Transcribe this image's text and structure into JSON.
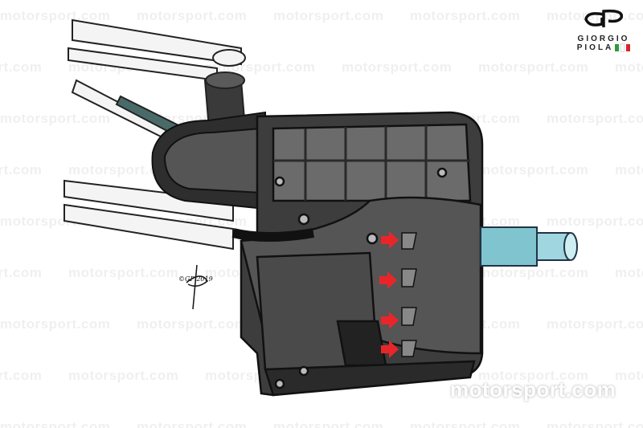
{
  "watermark": {
    "text": "motorsport.com"
  },
  "logo": {
    "line1": "GIORGIO",
    "line2": "PIOLA",
    "flag_colors": [
      "#2e9b3e",
      "#ffffff",
      "#d8262c"
    ]
  },
  "signature": {
    "text": "©GP 2019"
  },
  "colors": {
    "arrow": "#e8262a",
    "duct_dark": "#3a3a3a",
    "duct_mid": "#6a6a6a",
    "axle": "#7fc4cf"
  }
}
